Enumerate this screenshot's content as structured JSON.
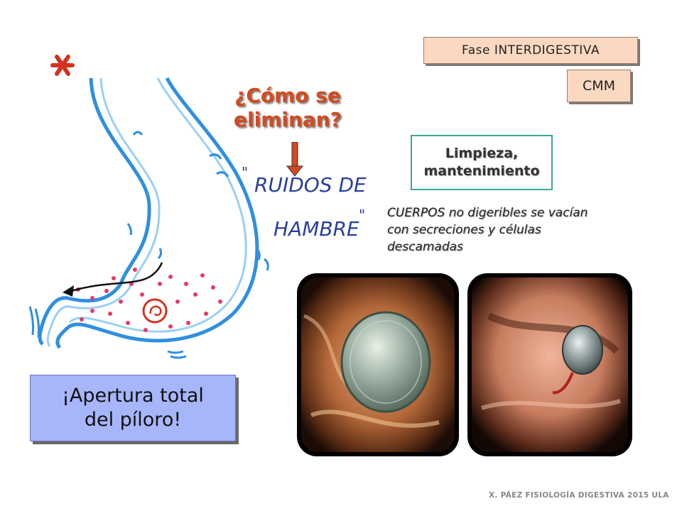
{
  "phase": {
    "label": "Fase INTERDIGESTIVA",
    "badge": "CMM"
  },
  "question": {
    "line1": "¿Cómo se",
    "line2": "eliminan?"
  },
  "handwriting": {
    "line1": "RUIDOS DE",
    "line2": "HAMBRE"
  },
  "purpose": {
    "line1": "Limpieza,",
    "line2": "mantenimiento"
  },
  "description": "CUERPOS no digeribles se vacían con secreciones y células descamadas",
  "callout": {
    "line1": "¡Apertura total",
    "line2": "del píloro!"
  },
  "footer": "X. PÁEZ   FISIOLOGÍA DIGESTIVA 2015   ULA",
  "colors": {
    "accent_text": "#d44a20",
    "peach_box": "#fbd9c1",
    "blue_box": "#a7b6fb",
    "stomach_blue": "#2f8fe0",
    "teal_border": "#3aa7a0"
  }
}
